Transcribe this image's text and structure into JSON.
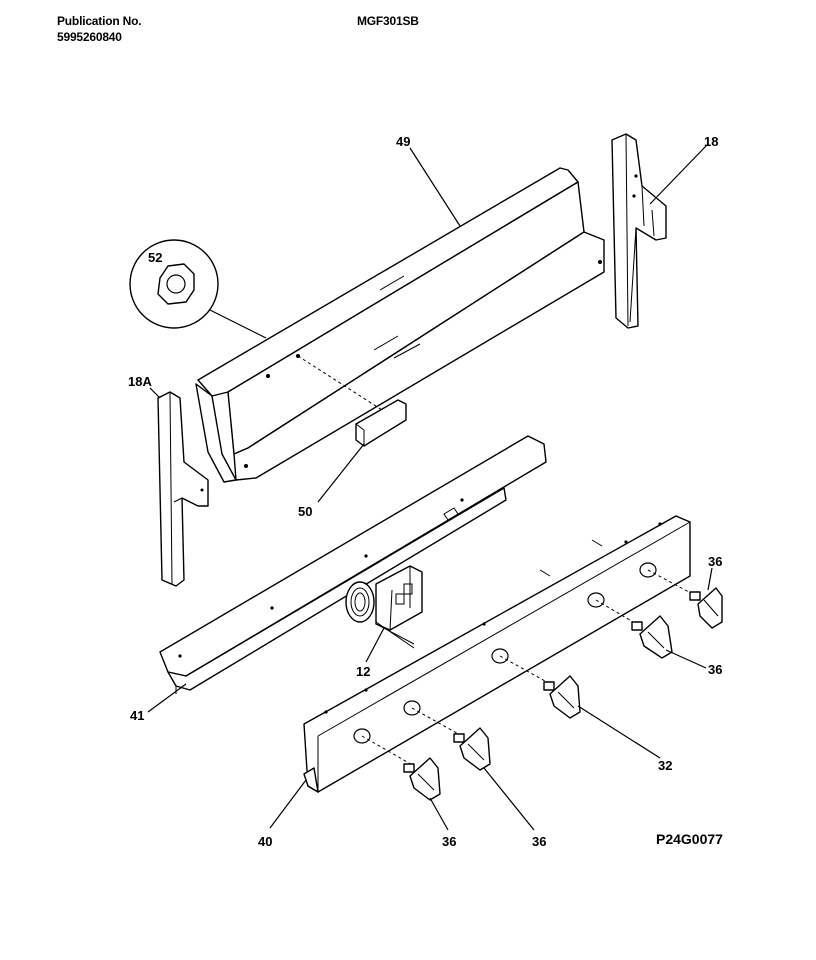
{
  "header": {
    "publication_label": "Publication No.",
    "publication_number": "5995260840",
    "model": "MGF301SB"
  },
  "callouts": {
    "c49": "49",
    "c18": "18",
    "c52": "52",
    "c18a": "18A",
    "c50": "50",
    "c41": "41",
    "c12": "12",
    "c40": "40",
    "c32": "32",
    "c36_top": "36",
    "c36_mid": "36",
    "c36_bl": "36",
    "c36_bc": "36"
  },
  "figure_code": "P24G0077",
  "icons": [
    "control-panel-part",
    "end-cap-part",
    "control-knob-part",
    "clock-part",
    "nut-part"
  ]
}
